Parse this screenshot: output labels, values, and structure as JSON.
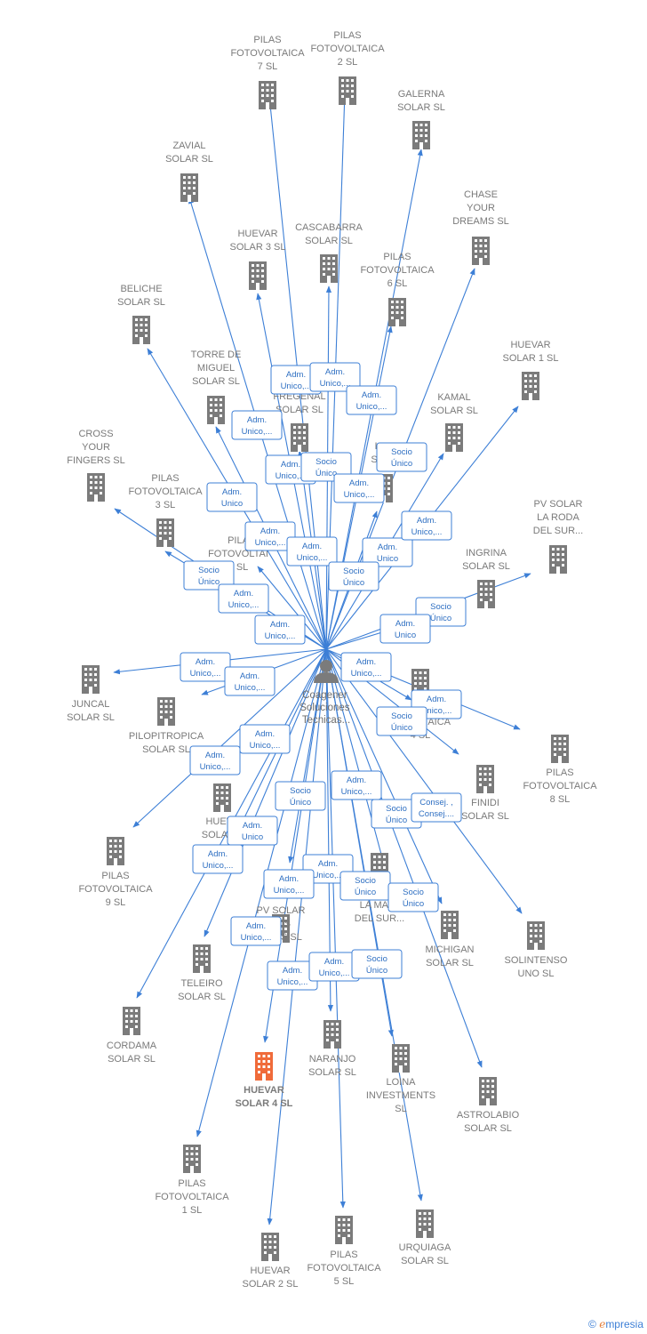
{
  "center": {
    "label": [
      "Coagener",
      "Soluciones",
      "Tecnicas..."
    ]
  },
  "nodes": [
    {
      "id": "pfv7",
      "label": [
        "PILAS",
        "FOTOVOLTAICA",
        "7  SL"
      ]
    },
    {
      "id": "pfv2",
      "label": [
        "PILAS",
        "FOTOVOLTAICA",
        "2  SL"
      ]
    },
    {
      "id": "galerna",
      "label": [
        "GALERNA",
        "SOLAR  SL"
      ]
    },
    {
      "id": "zavial",
      "label": [
        "ZAVIAL",
        "SOLAR  SL"
      ]
    },
    {
      "id": "chase",
      "label": [
        "CHASE",
        "YOUR",
        "DREAMS  SL"
      ]
    },
    {
      "id": "cascabarra",
      "label": [
        "CASCABARRA",
        "SOLAR  SL"
      ]
    },
    {
      "id": "huevar3",
      "label": [
        "HUEVAR",
        "SOLAR 3  SL"
      ]
    },
    {
      "id": "pfv6",
      "label": [
        "PILAS",
        "FOTOVOLTAICA",
        "6  SL"
      ]
    },
    {
      "id": "beliche",
      "label": [
        "BELICHE",
        "SOLAR  SL"
      ]
    },
    {
      "id": "torre",
      "label": [
        "TORRE DE",
        "MIGUEL",
        "SOLAR SL"
      ]
    },
    {
      "id": "fregenal",
      "label": [
        "FREGENAL",
        "SOLAR  SL"
      ]
    },
    {
      "id": "huevar1",
      "label": [
        "HUEVAR",
        "SOLAR 1  SL"
      ]
    },
    {
      "id": "kamal",
      "label": [
        "KAMAL",
        "SOLAR  SL"
      ]
    },
    {
      "id": "kel",
      "label": [
        "KEL",
        "SOLA"
      ]
    },
    {
      "id": "cross",
      "label": [
        "CROSS",
        "YOUR",
        "FINGERS  SL"
      ]
    },
    {
      "id": "pfv3",
      "label": [
        "PILAS",
        "FOTOVOLTAICA",
        "3  SL"
      ]
    },
    {
      "id": "pfv0",
      "label": [
        "PILA",
        "FOTOVOLTAI",
        "0  SL"
      ]
    },
    {
      "id": "pvroda",
      "label": [
        "PV SOLAR",
        "LA RODA",
        "DEL SUR..."
      ]
    },
    {
      "id": "ingrina",
      "label": [
        "INGRINA",
        "SOLAR  SL"
      ]
    },
    {
      "id": "juncal",
      "label": [
        "JUNCAL",
        "SOLAR  SL"
      ]
    },
    {
      "id": "pilopitropica",
      "label": [
        "PILOPITROPICA",
        "SOLAR  SL"
      ]
    },
    {
      "id": "pfv4",
      "label": [
        "FOVOLTAICA",
        "4  SL"
      ]
    },
    {
      "id": "pfv8",
      "label": [
        "PILAS",
        "FOTOVOLTAICA",
        "8  SL"
      ]
    },
    {
      "id": "finidi",
      "label": [
        "FINIDI",
        "SOLAR  SL"
      ]
    },
    {
      "id": "huevar5",
      "label": [
        "HUEVA",
        "SOLAR 5"
      ]
    },
    {
      "id": "pfv9",
      "label": [
        "PILAS",
        "FOTOVOLTAICA",
        "9  SL"
      ]
    },
    {
      "id": "lamata",
      "label": [
        "LA MATA",
        "DEL SUR..."
      ]
    },
    {
      "id": "solintenso",
      "label": [
        "SOLINTENSO",
        "UNO  SL"
      ]
    },
    {
      "id": "michigan",
      "label": [
        "MICHIGAN",
        "SOLAR  SL"
      ]
    },
    {
      "id": "pvlos",
      "label": [
        "PV SOLAR",
        "LOS",
        "ORES  SL"
      ]
    },
    {
      "id": "teleiro",
      "label": [
        "TELEIRO",
        "SOLAR  SL"
      ]
    },
    {
      "id": "cordama",
      "label": [
        "CORDAMA",
        "SOLAR  SL"
      ]
    },
    {
      "id": "naranjo",
      "label": [
        "NARANJO",
        "SOLAR  SL"
      ]
    },
    {
      "id": "loina",
      "label": [
        "LOINA",
        "INVESTMENTS",
        "SL"
      ]
    },
    {
      "id": "astrolabio",
      "label": [
        "ASTROLABIO",
        "SOLAR  SL"
      ]
    },
    {
      "id": "huevar4",
      "label": [
        "HUEVAR",
        "SOLAR 4  SL"
      ],
      "highlight": true
    },
    {
      "id": "pfv1",
      "label": [
        "PILAS",
        "FOTOVOLTAICA",
        "1  SL"
      ]
    },
    {
      "id": "huevar2",
      "label": [
        "HUEVAR",
        "SOLAR 2  SL"
      ]
    },
    {
      "id": "pfv5",
      "label": [
        "PILAS",
        "FOTOVOLTAICA",
        "5  SL"
      ]
    },
    {
      "id": "urquiaga",
      "label": [
        "URQUIAGA",
        "SOLAR  SL"
      ]
    }
  ],
  "relations": [
    {
      "label": [
        "Adm.",
        "Unico,..."
      ]
    },
    {
      "label": [
        "Adm.",
        "Unico,..."
      ]
    },
    {
      "label": [
        "Adm.",
        "Unico,..."
      ]
    },
    {
      "label": [
        "Adm.",
        "Unico,..."
      ]
    },
    {
      "label": [
        "Adm.",
        "Unico,..."
      ]
    },
    {
      "label": [
        "Socio",
        "Único"
      ]
    },
    {
      "label": [
        "Socio",
        "Único"
      ]
    },
    {
      "label": [
        "Adm.",
        "Unico,..."
      ]
    },
    {
      "label": [
        "Adm.",
        "Unico"
      ]
    },
    {
      "label": [
        "Adm.",
        "Unico,..."
      ]
    },
    {
      "label": [
        "Adm.",
        "Unico,..."
      ]
    },
    {
      "label": [
        "Adm.",
        "Unico"
      ]
    },
    {
      "label": [
        "Adm.",
        "Unico,..."
      ]
    },
    {
      "label": [
        "Socio",
        "Único"
      ]
    },
    {
      "label": [
        "Adm.",
        "Unico,..."
      ]
    },
    {
      "label": [
        "Socio",
        "Único"
      ]
    },
    {
      "label": [
        "Adm.",
        "Unico,..."
      ]
    },
    {
      "label": [
        "Socio",
        "Único"
      ]
    },
    {
      "label": [
        "Adm.",
        "Unico"
      ]
    },
    {
      "label": [
        "Adm.",
        "Unico,..."
      ]
    },
    {
      "label": [
        "Adm.",
        "Unico,..."
      ]
    },
    {
      "label": [
        "Adm.",
        "Unico,..."
      ]
    },
    {
      "label": [
        "Adm.",
        "Unico,..."
      ]
    },
    {
      "label": [
        "Socio",
        "Único"
      ]
    },
    {
      "label": [
        "Adm.",
        "Unico,..."
      ]
    },
    {
      "label": [
        "Adm.",
        "Unico,..."
      ]
    },
    {
      "label": [
        "Socio",
        "Único"
      ]
    },
    {
      "label": [
        "Adm.",
        "Unico,..."
      ]
    },
    {
      "label": [
        "Socio",
        "Único"
      ]
    },
    {
      "label": [
        "Consej. ,",
        "Consej...."
      ]
    },
    {
      "label": [
        "Adm.",
        "Unico"
      ]
    },
    {
      "label": [
        "Adm.",
        "Unico,..."
      ]
    },
    {
      "label": [
        "Adm.",
        "Unico,..."
      ]
    },
    {
      "label": [
        "Adm.",
        "Unico,..."
      ]
    },
    {
      "label": [
        "Socio",
        "Único"
      ]
    },
    {
      "label": [
        "Socio",
        "Único"
      ]
    },
    {
      "label": [
        "Adm.",
        "Unico,..."
      ]
    },
    {
      "label": [
        "Adm.",
        "Unico,..."
      ]
    },
    {
      "label": [
        "Adm.",
        "Unico,..."
      ]
    },
    {
      "label": [
        "Socio",
        "Único"
      ]
    }
  ],
  "colors": {
    "edge": "#3d7fd6",
    "building": "#7b7b7b",
    "highlight": "#f06b3a",
    "label": "#7a7a7a"
  },
  "icons": {
    "company": "building-icon",
    "person": "person-icon"
  },
  "footer": {
    "copyright": "©",
    "brand_initial": "e",
    "brand_rest": "mpresia"
  }
}
